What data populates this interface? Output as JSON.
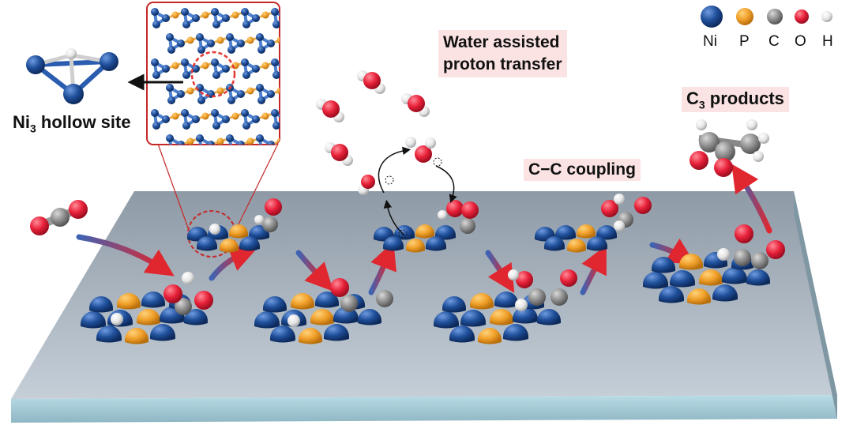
{
  "labels": {
    "water_assisted": "Water assisted",
    "proton_transfer": "proton transfer",
    "cc_coupling": "C−C coupling",
    "c3_prefix": "C",
    "c3_sub": "3",
    "c3_suffix": " products",
    "ni3_prefix": "Ni",
    "ni3_sub": "3",
    "ni3_suffix": " hollow site"
  },
  "legend": [
    {
      "symbol": "Ni",
      "color": "#1f4f9a"
    },
    {
      "symbol": "P",
      "color": "#f0a02a"
    },
    {
      "symbol": "C",
      "color": "#8f8f8f"
    },
    {
      "symbol": "O",
      "color": "#e8213a"
    },
    {
      "symbol": "H",
      "color": "#e6e6e6"
    }
  ],
  "colors": {
    "slab_top": "#aeb8c2",
    "ni": "#1f4f9a",
    "p": "#f0a02a",
    "c": "#8f8f8f",
    "o": "#e8213a",
    "h": "#e6e6e6",
    "arrow": "#d2302f",
    "inset_border": "#c62828"
  }
}
